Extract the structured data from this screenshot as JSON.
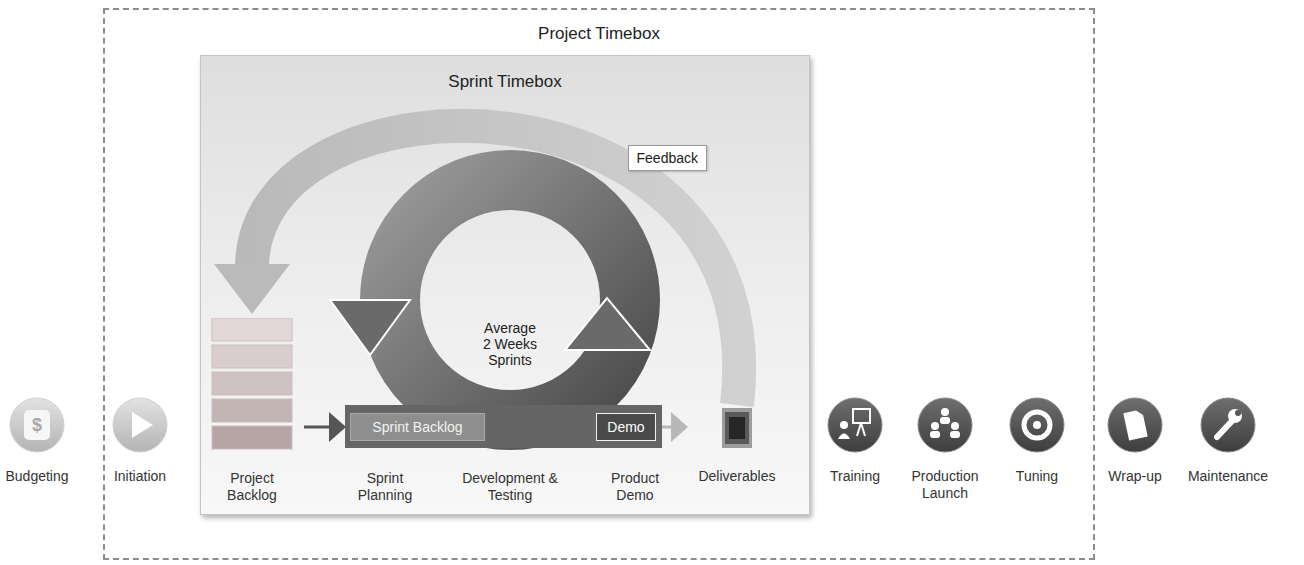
{
  "diagram": {
    "nodes": [
      {
        "text": [
          "$",
          "Budgeting"
        ]
      },
      {
        "text": [
          "Project Timebox"
        ]
      },
      {
        "text": [
          "Initiation"
        ],
        "in": 1
      },
      {
        "text": [
          "Sprint Timebox"
        ],
        "in": 1
      },
      {
        "text": [
          "Project Backlog"
        ],
        "in": 3
      },
      {
        "text": [
          "Average 2 Weeks Sprints"
        ],
        "in": 3
      },
      {
        "text": [
          "Sprint Backlog"
        ],
        "in": 3
      },
      {
        "text": [
          "Demo"
        ],
        "in": 3
      },
      {
        "text": [
          "Deliverables"
        ],
        "in": 3
      },
      {
        "text": [
          "Training"
        ],
        "in": 1
      },
      {
        "text": [
          "Production Launch"
        ],
        "in": 1
      },
      {
        "text": [
          "Tuning"
        ],
        "in": 1
      },
      {
        "text": [
          "Wrap-up"
        ]
      },
      {
        "text": [
          "Maintenance"
        ]
      }
    ],
    "edges": [
      {
        "from": 4,
        "to": 6,
        "arrow": "to"
      },
      {
        "from": 7,
        "to": 8,
        "arrow": "to"
      },
      {
        "from": 8,
        "to": 4,
        "label": "Feedback",
        "arrow": "to"
      }
    ],
    "labels": [
      "Sprint Planning",
      "Development & Testing",
      "Product Demo"
    ]
  }
}
